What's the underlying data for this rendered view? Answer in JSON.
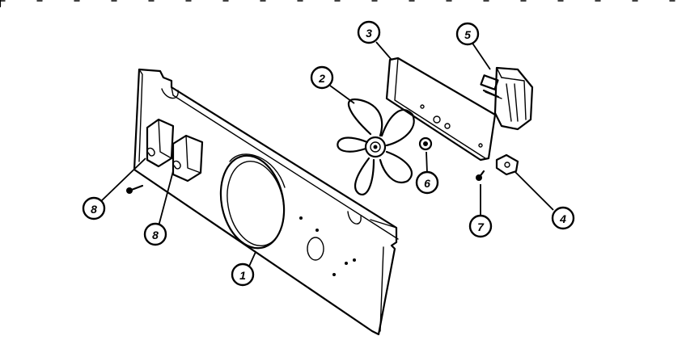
{
  "callouts": {
    "c1": "1",
    "c2": "2",
    "c3": "3",
    "c4": "4",
    "c5": "5",
    "c6": "6",
    "c7": "7",
    "c8a": "8",
    "c8b": "8"
  }
}
